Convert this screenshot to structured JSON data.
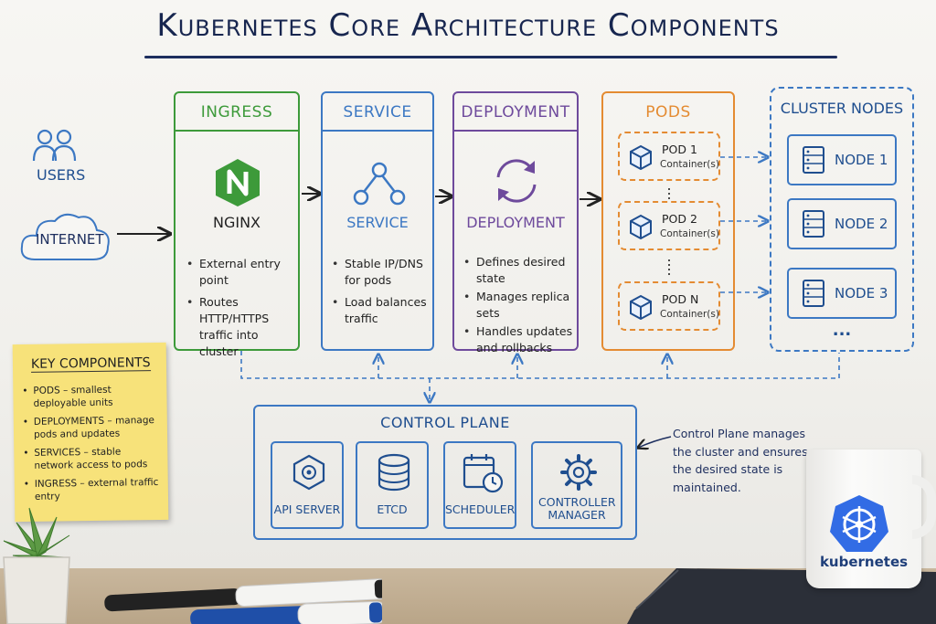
{
  "title": "Kubernetes Core Architecture Components",
  "users": {
    "label": "USERS"
  },
  "internet": {
    "label": "INTERNET"
  },
  "ingress": {
    "header": "INGRESS",
    "name": "NGINX",
    "bullets": [
      "External entry point",
      "Routes HTTP/HTTPS traffic into cluster"
    ]
  },
  "service": {
    "header": "SERVICE",
    "name": "SERVICE",
    "bullets": [
      "Stable IP/DNS for pods",
      "Load balances traffic"
    ]
  },
  "deployment": {
    "header": "DEPLOYMENT",
    "name": "DEPLOYMENT",
    "bullets": [
      "Defines desired state",
      "Manages replica sets",
      "Handles updates and rollbacks"
    ]
  },
  "pods": {
    "header": "PODS",
    "items": [
      {
        "name": "POD 1",
        "sub": "Container(s)"
      },
      {
        "name": "POD 2",
        "sub": "Container(s)"
      },
      {
        "name": "POD N",
        "sub": "Container(s)"
      }
    ]
  },
  "cluster": {
    "header": "CLUSTER NODES",
    "nodes": [
      "NODE 1",
      "NODE 2",
      "NODE 3"
    ],
    "more": "..."
  },
  "control_plane": {
    "header": "CONTROL PLANE",
    "components": [
      "API SERVER",
      "ETCD",
      "SCHEDULER",
      "CONTROLLER MANAGER"
    ],
    "note": "Control Plane manages the cluster and ensures the desired state is maintained."
  },
  "key_components": {
    "header": "KEY COMPONENTS",
    "items": [
      {
        "term": "PODS",
        "text": "– smallest deployable units"
      },
      {
        "term": "DEPLOYMENTS",
        "text": "– manage pods and updates"
      },
      {
        "term": "SERVICES",
        "text": "– stable network access to pods"
      },
      {
        "term": "INGRESS",
        "text": "– external traffic entry"
      }
    ]
  },
  "mug": {
    "label": "kubernetes"
  },
  "colors": {
    "ingress": "#3d9a3a",
    "service": "#3c78c3",
    "deployment": "#6e4a9c",
    "pods": "#e48b32",
    "cluster": "#3c78c3",
    "title": "#17264f",
    "sticky": "#f7e27a"
  }
}
